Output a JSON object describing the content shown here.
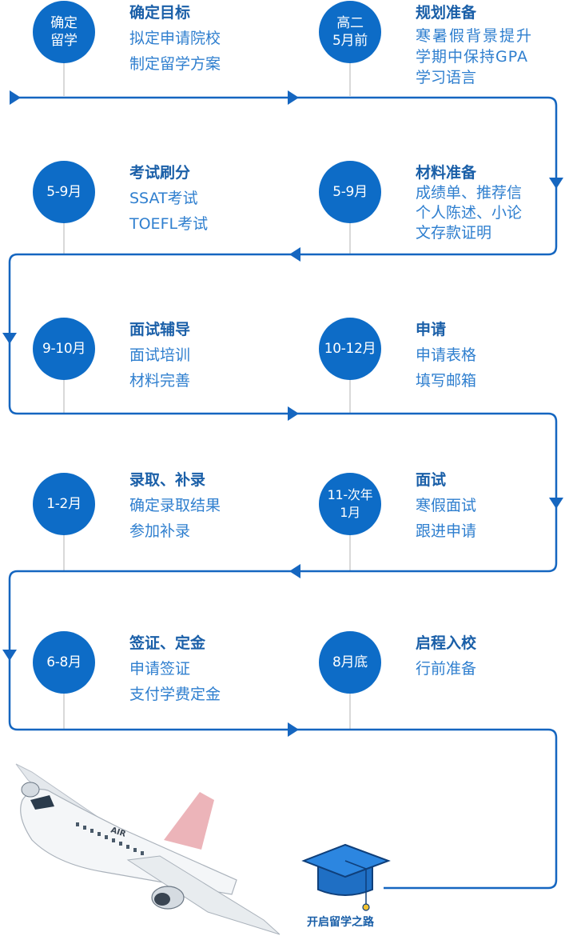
{
  "steps": [
    {
      "badge": "确定\n留学",
      "title": "确定目标",
      "lines": [
        "拟定申请院校",
        "制定留学方案"
      ]
    },
    {
      "badge": "高二\n5月前",
      "title": "规划准备",
      "lines": [
        "寒暑假背景提升",
        "学期中保持GPA",
        "学习语言"
      ]
    },
    {
      "badge": "5-9月",
      "title": "考试刷分",
      "lines": [
        "SSAT考试",
        "TOEFL考试"
      ]
    },
    {
      "badge": "5-9月",
      "title": "材料准备",
      "lines": [
        "成绩单、推荐信",
        "个人陈述、小论",
        "文存款证明"
      ]
    },
    {
      "badge": "9-10月",
      "title": "面试辅导",
      "lines": [
        "面试培训",
        "材料完善"
      ]
    },
    {
      "badge": "10-12月",
      "title": "申请",
      "lines": [
        "申请表格",
        "填写邮箱"
      ]
    },
    {
      "badge": "1-2月",
      "title": "录取、补录",
      "lines": [
        "确定录取结果",
        "参加补录"
      ]
    },
    {
      "badge": "11-次年\n1月",
      "title": "面试",
      "lines": [
        "寒假面试",
        "跟进申请"
      ]
    },
    {
      "badge": "6-8月",
      "title": "签证、定金",
      "lines": [
        "申请签证",
        "支付学费定金"
      ]
    },
    {
      "badge": "8月底",
      "title": "启程入校",
      "lines": [
        "行前准备"
      ]
    }
  ],
  "airplane": {
    "label": "AIR"
  },
  "caption": "开启留学之路",
  "colors": {
    "primary": "#0d6cc7",
    "title": "#1a5fa8",
    "text": "#2f7fcf",
    "path": "#1566c0",
    "stem": "#d9d9d9"
  }
}
